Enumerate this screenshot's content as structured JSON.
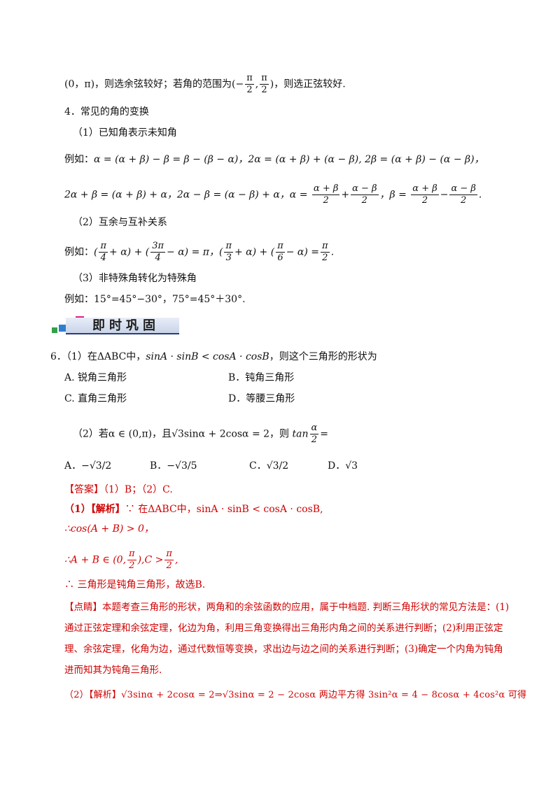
{
  "lines": {
    "l1": "(0，π)，则选余弦较好；若角的范围为",
    "l1b": "，则选正弦较好.",
    "l1_frac": {
      "sign": "(−",
      "n1": "π",
      "d1": "2",
      "sep": ",",
      "n2": "π",
      "d2": "2",
      "close": ")"
    },
    "s4": "4．常见的角的变换",
    "s4_1": "（1）已知角表示未知角",
    "eg1_label": "例如：",
    "eg1": "α = (α + β) − β = β − (β − α)，2α = (α + β) + (α − β), 2β = (α + β) − (α − β)，",
    "eg2a": "2α + β = (α + β) + α，2α − β = (α − β) + α，α =",
    "eg2_f1n": "α + β",
    "eg2_f1d": "2",
    "eg2_plus": "+",
    "eg2_f2n": "α − β",
    "eg2_f2d": "2",
    "eg2_mid": "，β =",
    "eg2_f3n": "α + β",
    "eg2_f3d": "2",
    "eg2_minus": "−",
    "eg2_f4n": "α − β",
    "eg2_f4d": "2",
    "eg2_end": ".",
    "s4_2": "（2）互余与互补关系",
    "eg3_label": "例如：",
    "eg3_p1": "(",
    "eg3_f1n": "π",
    "eg3_f1d": "4",
    "eg3_p2": "+ α) + (",
    "eg3_f2n": "3π",
    "eg3_f2d": "4",
    "eg3_p3": "− α) = π，(",
    "eg3_f3n": "π",
    "eg3_f3d": "3",
    "eg3_p4": "+ α) + (",
    "eg3_f4n": "π",
    "eg3_f4d": "6",
    "eg3_p5": "− α) =",
    "eg3_f5n": "π",
    "eg3_f5d": "2",
    "eg3_end": ".",
    "s4_3": "（3）非特殊角转化为特殊角",
    "eg4": "例如：15°=45°−30°，75°=45°＋30°."
  },
  "banner": {
    "title": "即时巩固",
    "colors": [
      "#e0208a",
      "#f5a623",
      "#2f7fd0",
      "#33a04a",
      "#7b3fb5"
    ]
  },
  "q6": {
    "stem1": "6．（1）在ΔABC中，",
    "stem1_math": "sinA · sinB < cosA · cosB",
    "stem1_end": "，则这个三角形的形状为",
    "optA": "A. 锐角三角形",
    "optB": "B．钝角三角形",
    "optC": "C. 直角三角形",
    "optD": "D．等腰三角形",
    "stem2": "（2）若α ∈ (0,π)，且√3sinα + 2cosα = 2，则",
    "stem2_tan": "tan",
    "stem2_fn": "α",
    "stem2_fd": "2",
    "stem2_eq": "=",
    "a2_label": "A．",
    "a2_val": "−√3/2",
    "b2_label": "B．",
    "b2_val": "−√3/5",
    "c2_label": "C．",
    "c2_val": "√3/2",
    "d2_label": "D．",
    "d2_val": "√3"
  },
  "answer": {
    "ans": "【答案】（1）B；（2）C.",
    "sol1_label": "（1）【解析】",
    "sol1": "∵ 在ΔABC中，sinA · sinB < cosA · cosB,",
    "sol2": "∴cos(A + B) > 0，",
    "sol3a": "∴A + B ∈ (0,",
    "sol3_fn": "π",
    "sol3_fd": "2",
    "sol3b": "),C >",
    "sol3_f2n": "π",
    "sol3_f2d": "2",
    "sol3c": ",",
    "sol4": "∴ 三角形是钝角三角形，故选B.",
    "note1": "【点睛】本题考查三角形的形状，两角和的余弦函数的应用，属于中档题. 判断三角形状的常见方法是：(1)",
    "note2": "通过正弦定理和余弦定理，化边为角，利用三角变换得出三角形内角之间的关系进行判断；(2)利用正弦定",
    "note3": "理、余弦定理，化角为边，通过代数恒等变换，求出边与边之间的关系进行判断；(3)确定一个内角为钝角",
    "note4": "进而知其为钝角三角形.",
    "sol5": "（2）【解析】√3sinα + 2cosα = 2⇒√3sinα = 2 − 2cosα 两边平方得 3sin²α = 4 − 8cosα + 4cos²α 可得"
  }
}
